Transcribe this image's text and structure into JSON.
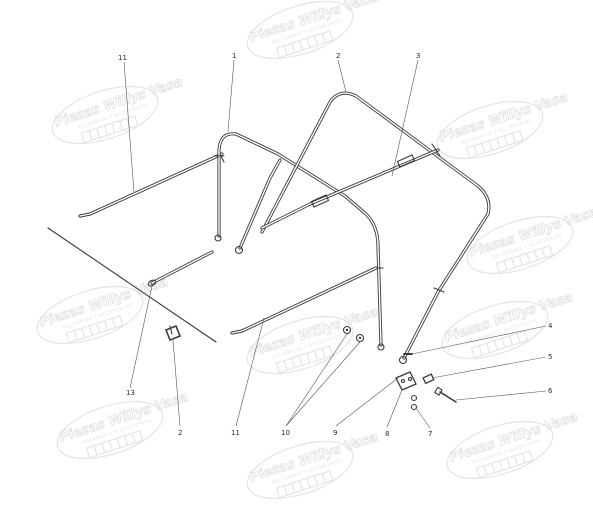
{
  "watermark": {
    "brand": "Piezas Willys Vasa",
    "tagline": "RECAMBIOS Y ACCESORIOS"
  },
  "callouts": [
    {
      "id": "callout-1",
      "label": "1"
    },
    {
      "id": "callout-2-top",
      "label": "2"
    },
    {
      "id": "callout-3",
      "label": "3"
    },
    {
      "id": "callout-11-top",
      "label": "11"
    },
    {
      "id": "callout-4",
      "label": "4"
    },
    {
      "id": "callout-5",
      "label": "5"
    },
    {
      "id": "callout-6",
      "label": "6"
    },
    {
      "id": "callout-7",
      "label": "7"
    },
    {
      "id": "callout-8",
      "label": "8"
    },
    {
      "id": "callout-9",
      "label": "9"
    },
    {
      "id": "callout-10",
      "label": "10"
    },
    {
      "id": "callout-11-bottom",
      "label": "11"
    },
    {
      "id": "callout-2-bottom",
      "label": "2"
    },
    {
      "id": "callout-13",
      "label": "13"
    }
  ]
}
